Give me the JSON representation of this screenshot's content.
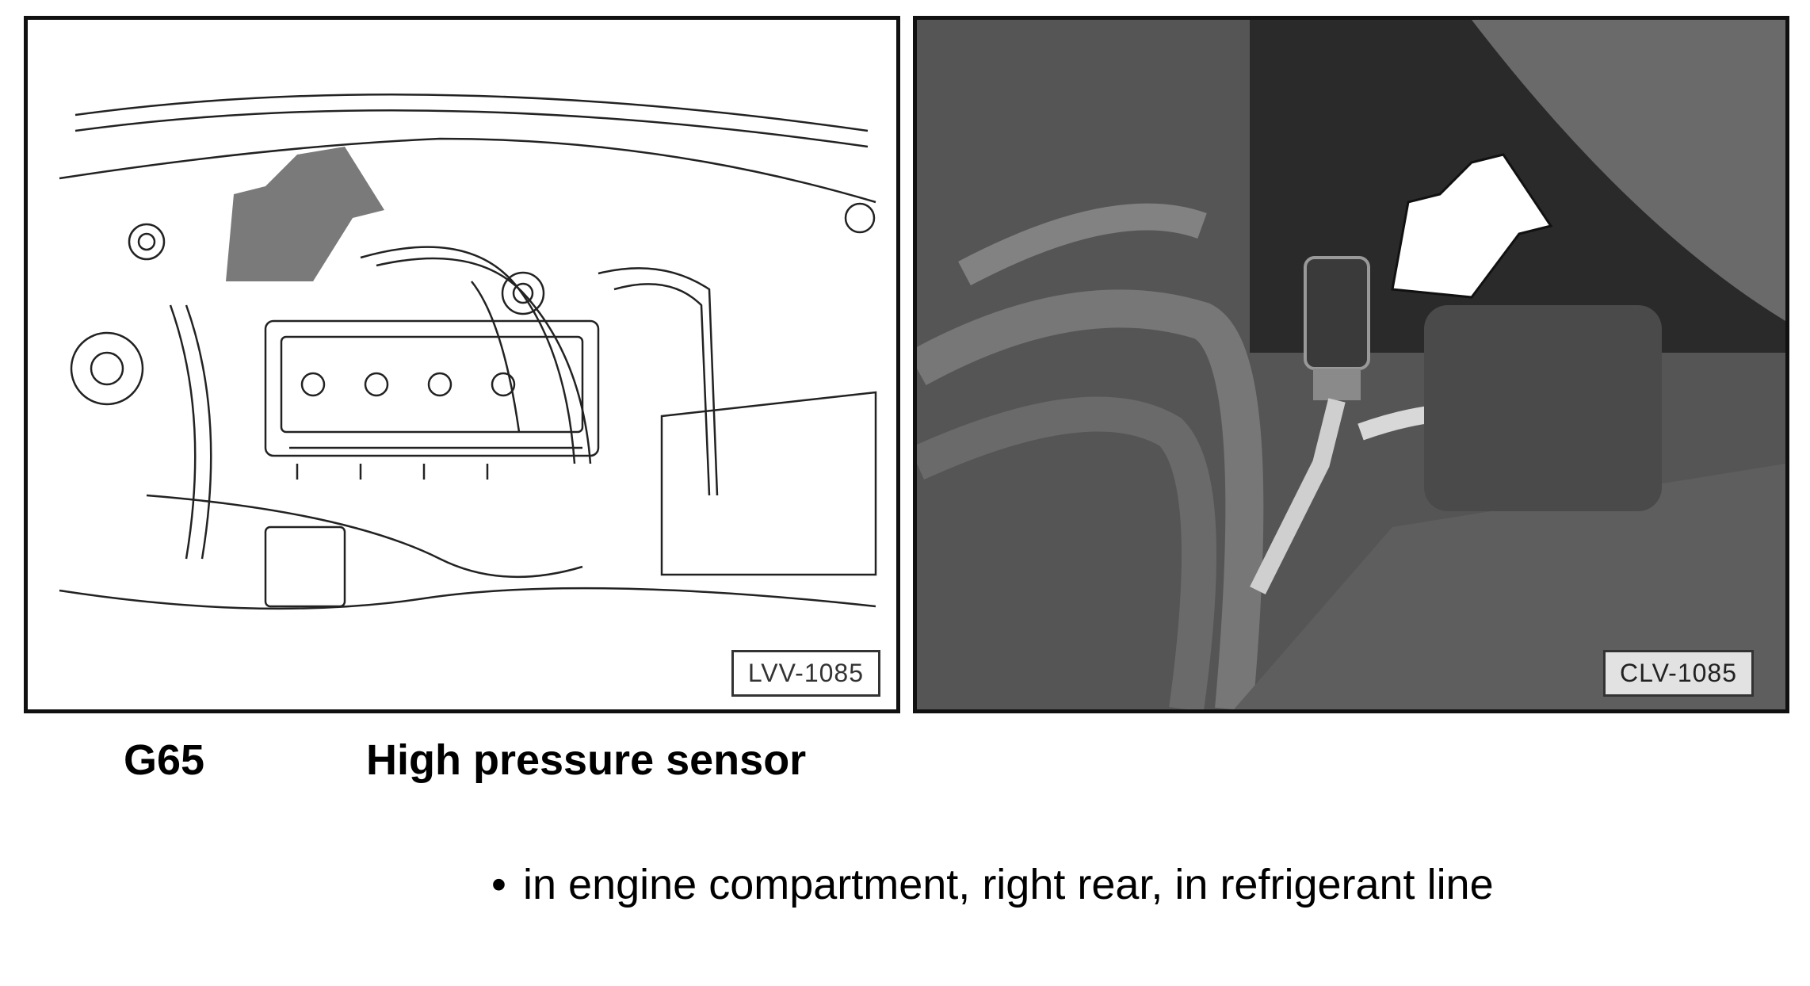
{
  "figures": {
    "left": {
      "label": "LVV-1085",
      "kind": "line drawing of engine compartment with arrow"
    },
    "right": {
      "label": "CLV-1085",
      "kind": "photograph of engine compartment with arrow"
    }
  },
  "component": {
    "code": "G65",
    "name": "High pressure sensor"
  },
  "location": {
    "bullets": [
      "in engine compartment, right rear, in refrigerant line"
    ]
  },
  "icons": {
    "bullet": "•",
    "arrow_left_color": "#7a7a7a",
    "arrow_right_color": "#ffffff"
  }
}
